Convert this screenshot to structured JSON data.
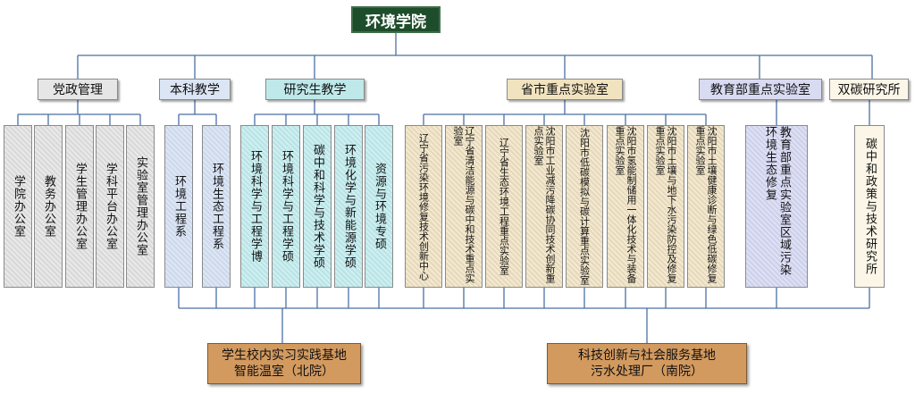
{
  "root": "环境学院",
  "groups": {
    "admin": {
      "title": "党政管理",
      "items": [
        "学院办公室",
        "教务办公室",
        "学生管理办公室",
        "学科平台办公室",
        "实验室管理办公室"
      ]
    },
    "undergrad": {
      "title": "本科教学",
      "items": [
        "环境工程系",
        "环境生态工程系"
      ]
    },
    "grad": {
      "title": "研究生教学",
      "items": [
        "环境科学与工程学博",
        "环境科学与工程学硕",
        "碳中和科学与技术学硕",
        "环境化学与新能源学硕",
        "资源与环境专硕"
      ]
    },
    "provincial": {
      "title": "省市重点实验室",
      "items": [
        "辽宁省污染环境修复技术创新中心",
        "辽宁省清洁能源与碳中和技术重点实验室",
        "辽宁省生态环境工程重点实验室",
        "沈阳市工业减污降碳协同技术创新重点实验室",
        "沈阳市低碳模拟与碳计算重点实验室",
        "沈阳市氢能制储用一体化技术与装备重点实验室",
        "沈阳市土壤与地下水污染防控及修复重点实验室",
        "沈阳市土壤健康诊断与绿色低碳修复重点实验室"
      ]
    },
    "ministry": {
      "title": "教育部重点实验室",
      "items": [
        "教育部重点实验室区域污染环境生态修复"
      ]
    },
    "carbon": {
      "title": "双碳研究所",
      "items": [
        "碳中和政策与技术研究所"
      ]
    }
  },
  "bases": {
    "left": [
      "学生校内实习实践基地",
      "智能温室（北院）"
    ],
    "right": [
      "科技创新与社会服务基地",
      "污水处理厂（南院）"
    ]
  }
}
